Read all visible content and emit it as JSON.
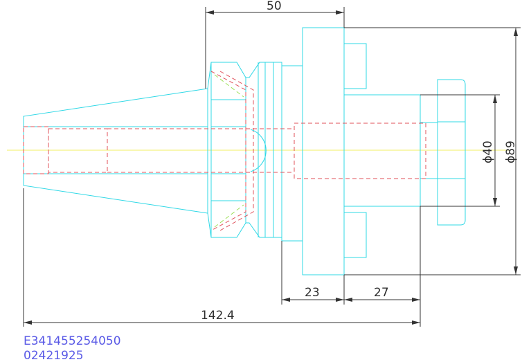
{
  "drawing": {
    "colors": {
      "part": "#2fd8e6",
      "hidden": "#e0505a",
      "centerline": "#f0ef60",
      "dimension": "#333333",
      "code": "#5a5ae6"
    },
    "dimensions": {
      "flange_to_nose": "50",
      "pilot_diameter": "ϕ40",
      "flange_diameter": "ϕ89",
      "flange_width": "23",
      "body_length": "27",
      "overall_length": "142.4"
    },
    "code_lines": [
      "E341455254050",
      "02421925"
    ]
  }
}
